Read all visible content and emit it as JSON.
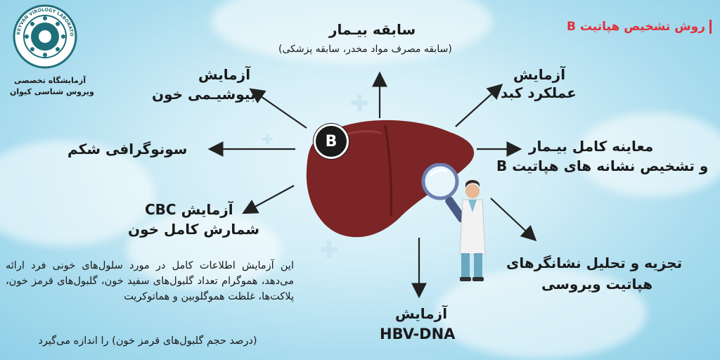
{
  "title": "روش تشخیص هپاتیت B",
  "logo": {
    "ring_text": "KEYVAN VIROLOGY LABORATORY",
    "line1": "آزمایشگاه تخصصی",
    "line2": "ویروس شناسی کیوان"
  },
  "center_badge": "B",
  "labels": {
    "history_title": "سابقه بیـمار",
    "history_sub": "(سابقه مصرف مواد مخدر، سابقه پزشکی)",
    "liver_test_1": "آزمایش",
    "liver_test_2": "عملکرد کبد",
    "biochem_1": "آزمایش",
    "biochem_2": "بیوشیـمی خون",
    "ultrasound": "سونوگرافی شکم",
    "exam_1": "معاینه کامل بیـمار",
    "exam_2": "و تشخیص نشانه های هپاتیت B",
    "cbc_1": "آزمایش CBC",
    "cbc_2": "شمارش کامل خون",
    "markers_1": "تجزیه و تحلیل نشانگرهای",
    "markers_2": "هپاتیت ویروسی",
    "hbv_1": "آزمایش",
    "hbv_2": "HBV-DNA"
  },
  "description": "این آزمایش اطلاعات کامل در مورد سلول‌های خونی فرد ارائه می‌دهد، هموگرام تعداد گلبول‌های سفید خون، گلبول‌های قرمز خون، پلاکت‌ها، غلظت هموگلوبین و هماتوکریت",
  "description_note": "(درصد حجم گلبول‌های قرمز خون) را اندازه می‌گیرد",
  "colors": {
    "title_red": "#e0303a",
    "liver": "#7c2526",
    "liver_dark": "#5e1819",
    "text": "#1a1a1a",
    "logo_teal": "#1f6f7a"
  }
}
